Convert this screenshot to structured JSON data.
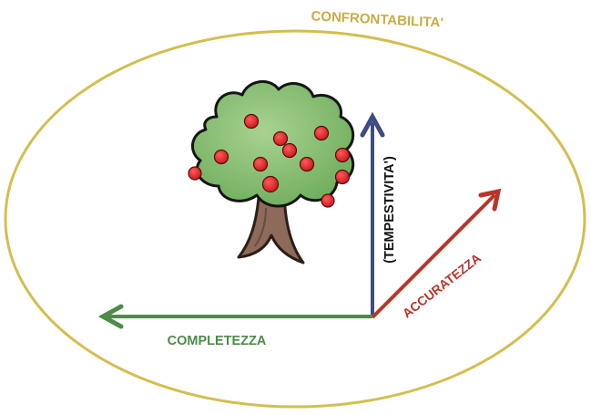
{
  "labels": {
    "outer": "CONFRONTABILITA'",
    "vertical": "(TEMPESTIVITA')",
    "diagonal": "ACCURATEZZA",
    "horizontal": "COMPLETEZZA"
  },
  "colors": {
    "ellipse": "#D4BE50",
    "outer_label": "#C9AC45",
    "vertical_arrow": "#3F4C83",
    "diagonal_arrow": "#B8352A",
    "horizontal_arrow": "#4E8B49",
    "foliage": "#7FB86A",
    "foliage_light": "#9CCB86",
    "apple": "#E0242B",
    "trunk": "#8E6A5A"
  },
  "illustration": {
    "subject": "apple-tree-icon"
  }
}
